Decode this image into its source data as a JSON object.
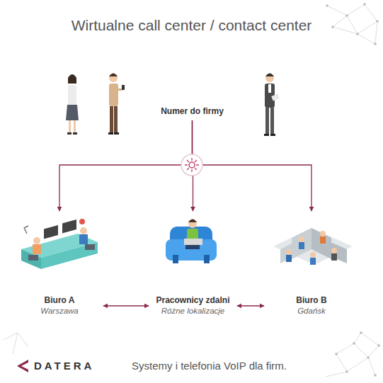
{
  "diagram": {
    "title": "Wirtualne call center / contact center",
    "caption": "Systemy i telefonia VoIP dla firm.",
    "nodes": [
      {
        "text": [
          "Numer do firmy"
        ]
      },
      {
        "text": [
          "Biuro A",
          "Warszawa"
        ]
      },
      {
        "text": [
          "Pracownicy zdalni",
          "Różne lokalizacje"
        ]
      },
      {
        "text": [
          "Biuro B",
          "Gdańsk"
        ]
      }
    ],
    "edges": [
      {
        "from": 0,
        "to": 1,
        "arrow": "to"
      },
      {
        "from": 0,
        "to": 2,
        "arrow": "to"
      },
      {
        "from": 0,
        "to": 3,
        "arrow": "to"
      },
      {
        "from": 1,
        "to": 2,
        "arrow": "both"
      },
      {
        "from": 2,
        "to": 3,
        "arrow": "both"
      }
    ],
    "labels": [
      "DATERA"
    ]
  }
}
